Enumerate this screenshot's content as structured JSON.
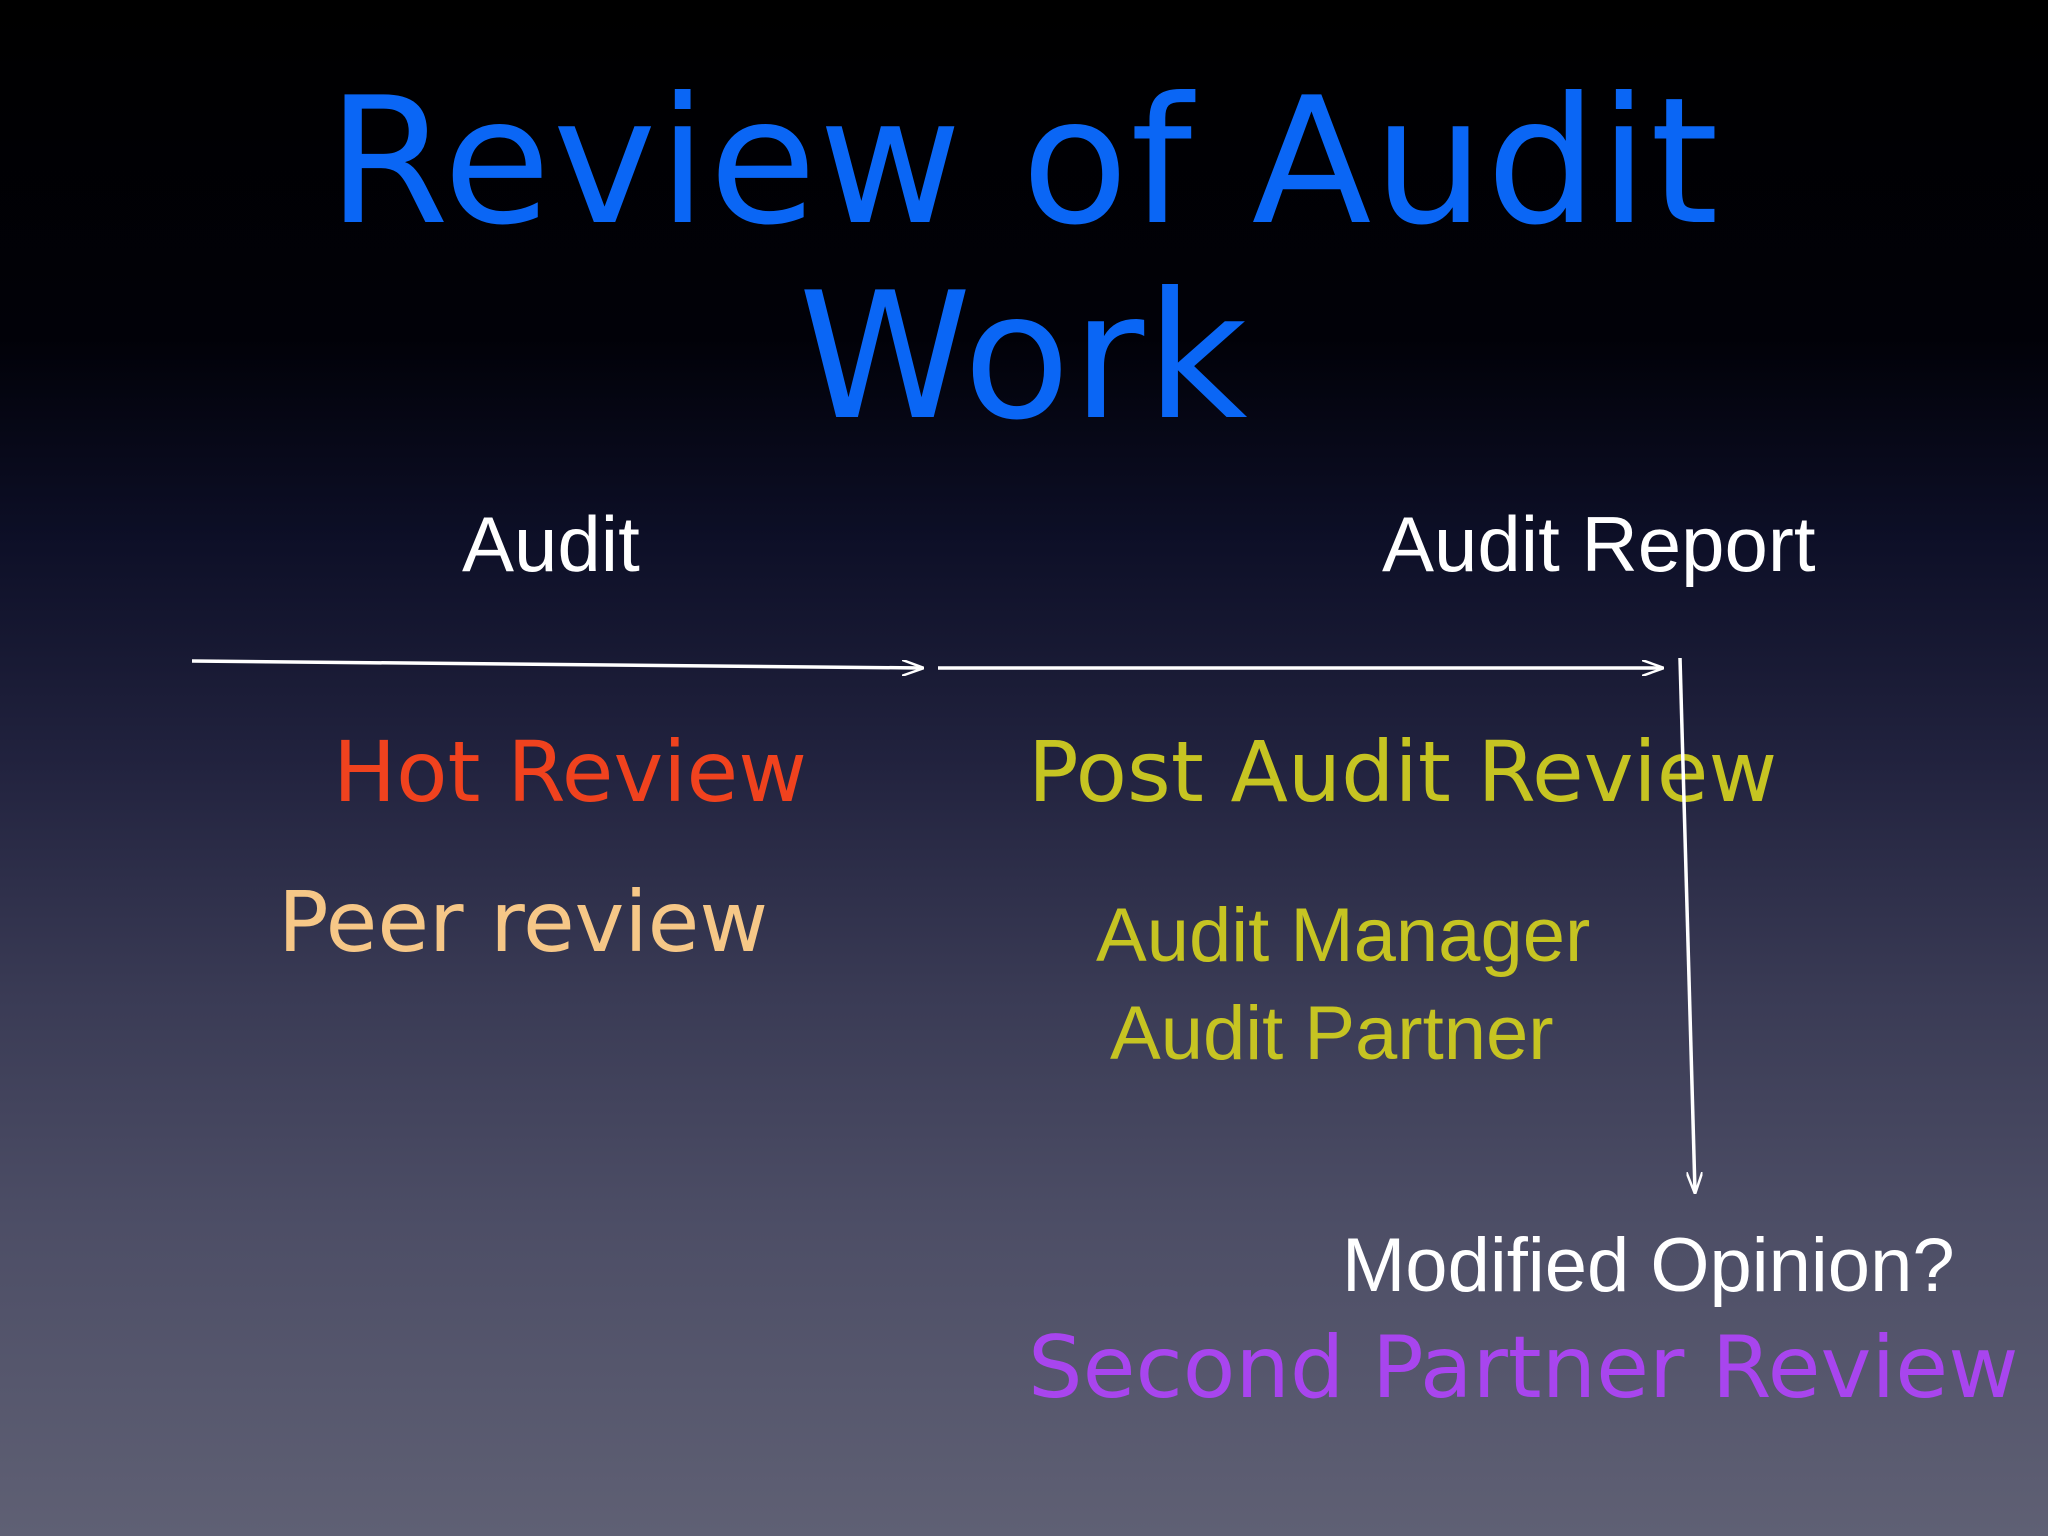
{
  "slide": {
    "title_line1": "Review of Audit",
    "title_line2": "Work",
    "labels": {
      "audit": "Audit",
      "audit_report": "Audit Report",
      "hot_review": "Hot Review",
      "peer_review": "Peer review",
      "post_audit_review": "Post Audit Review",
      "audit_manager": "Audit Manager",
      "audit_partner": "Audit Partner",
      "modified_opinion": "Modified Opinion?",
      "second_partner_review": "Second Partner Review"
    },
    "colors": {
      "title": "#0a66f5",
      "white": "#ffffff",
      "hot_review": "#f0421e",
      "peer_review": "#f6c787",
      "post_audit": "#c6c422",
      "second_partner": "#a845ee"
    }
  }
}
